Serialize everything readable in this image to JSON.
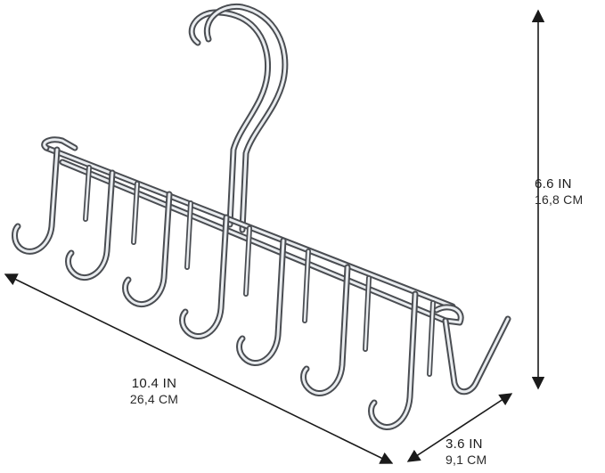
{
  "dimensions": {
    "height": {
      "imperial": "6.6 IN",
      "metric": "16,8 CM"
    },
    "width": {
      "imperial": "10.4 IN",
      "metric": "26,4 CM"
    },
    "depth": {
      "imperial": "3.6 IN",
      "metric": "9,1 CM"
    }
  },
  "colors": {
    "metal_dark": "#4a4d52",
    "metal_light": "#e9ecef",
    "arrow": "#1a1a1a"
  }
}
